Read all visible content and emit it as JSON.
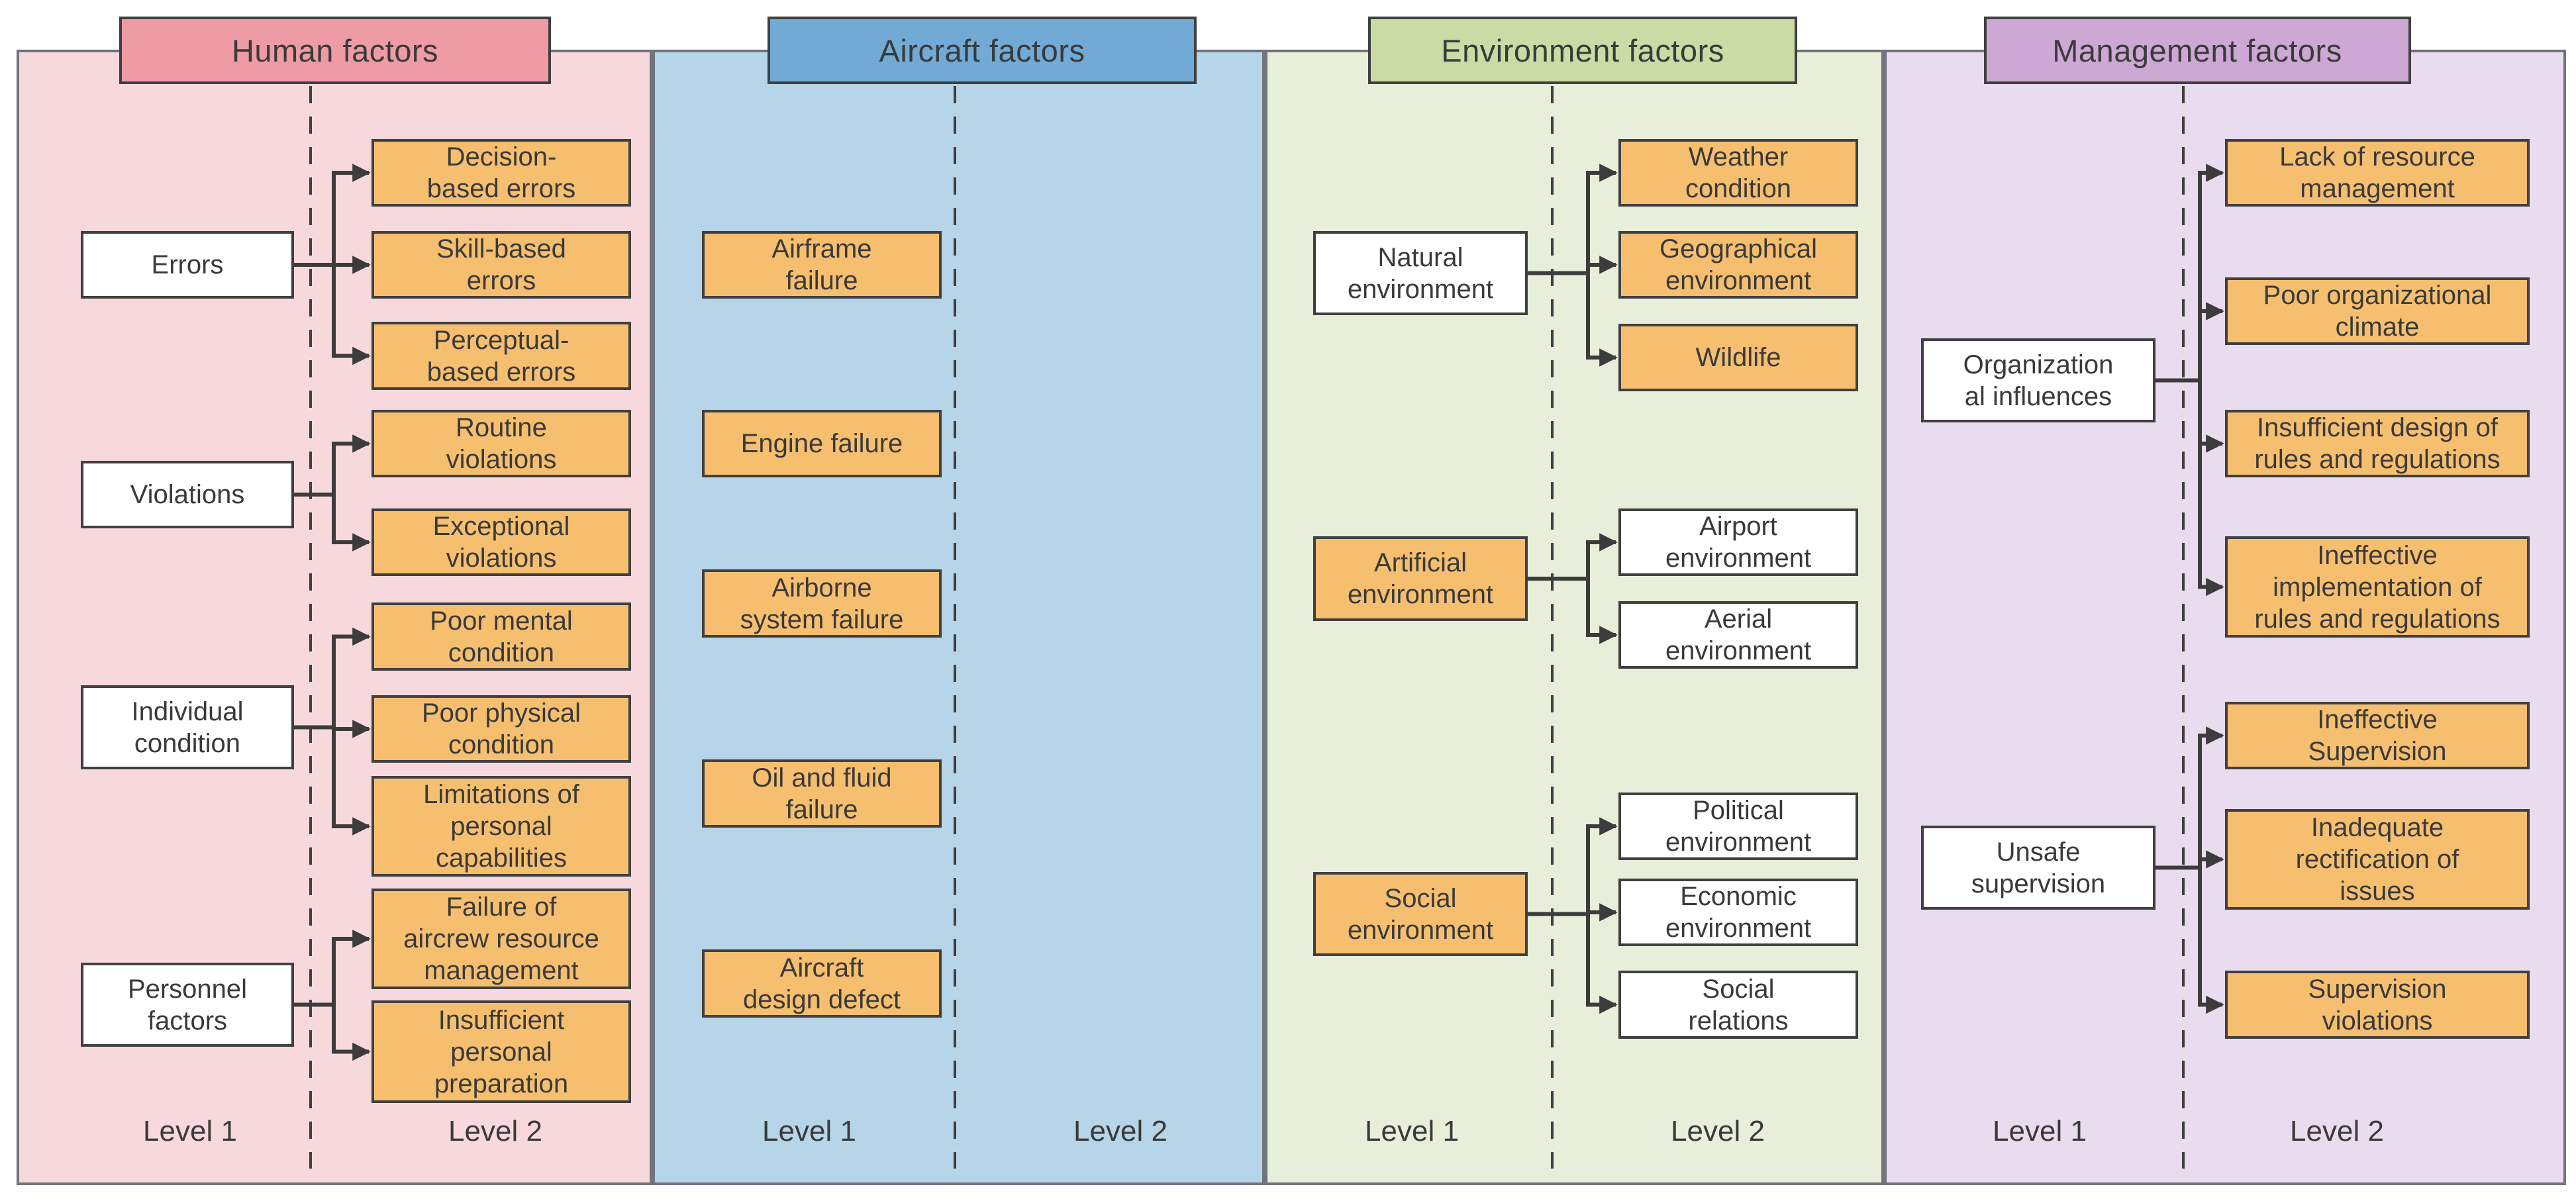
{
  "level_labels": {
    "level1": "Level 1",
    "level2": "Level 2"
  },
  "colors": {
    "orange_box": "#F6BF70",
    "white_box": "#FFFFFF",
    "box_border": "#404040",
    "panel_border": "#70747C",
    "connector": "#3C3C3C",
    "divider": "#3F3F3F",
    "text": "#3A3A3A"
  },
  "panels": [
    {
      "id": "human",
      "title": "Human factors",
      "header_fill": "#EF9BA5",
      "panel_fill": "#F7D9DD",
      "groups": [
        {
          "parent": {
            "id": "errors",
            "label": "Errors",
            "fill": "white"
          },
          "children": [
            {
              "id": "decision-based-errors",
              "label": "Decision-\nbased errors",
              "fill": "orange"
            },
            {
              "id": "skill-based-errors",
              "label": "Skill-based\nerrors",
              "fill": "orange"
            },
            {
              "id": "perceptual-based-errors",
              "label": "Perceptual-\nbased errors",
              "fill": "orange"
            }
          ]
        },
        {
          "parent": {
            "id": "violations",
            "label": "Violations",
            "fill": "white"
          },
          "children": [
            {
              "id": "routine-violations",
              "label": "Routine\nviolations",
              "fill": "orange"
            },
            {
              "id": "exceptional-violations",
              "label": "Exceptional\nviolations",
              "fill": "orange"
            }
          ]
        },
        {
          "parent": {
            "id": "individual-condition",
            "label": "Individual\ncondition",
            "fill": "white"
          },
          "children": [
            {
              "id": "poor-mental-condition",
              "label": "Poor mental\ncondition",
              "fill": "orange"
            },
            {
              "id": "poor-physical-condition",
              "label": "Poor physical\ncondition",
              "fill": "orange"
            },
            {
              "id": "limitations-personal-capabilities",
              "label": "Limitations of\npersonal\ncapabilities",
              "fill": "orange"
            }
          ]
        },
        {
          "parent": {
            "id": "personnel-factors",
            "label": "Personnel\nfactors",
            "fill": "white"
          },
          "children": [
            {
              "id": "failure-aircrew-resource-management",
              "label": "Failure of\naircrew resource\nmanagement",
              "fill": "orange"
            },
            {
              "id": "insufficient-personal-preparation",
              "label": "Insufficient\npersonal\npreparation",
              "fill": "orange"
            }
          ]
        }
      ],
      "standalone": []
    },
    {
      "id": "aircraft",
      "title": "Aircraft factors",
      "header_fill": "#72AAD6",
      "panel_fill": "#B7D5E8",
      "groups": [],
      "standalone": [
        {
          "id": "airframe-failure",
          "label": "Airframe\nfailure",
          "fill": "orange"
        },
        {
          "id": "engine-failure",
          "label": "Engine failure",
          "fill": "orange"
        },
        {
          "id": "airborne-system-failure",
          "label": "Airborne\nsystem failure",
          "fill": "orange"
        },
        {
          "id": "oil-and-fluid-failure",
          "label": "Oil and fluid\nfailure",
          "fill": "orange"
        },
        {
          "id": "aircraft-design-defect",
          "label": "Aircraft\ndesign defect",
          "fill": "orange"
        }
      ]
    },
    {
      "id": "environment",
      "title": "Environment factors",
      "header_fill": "#CBDBA6",
      "panel_fill": "#E7EFDA",
      "groups": [
        {
          "parent": {
            "id": "natural-environment",
            "label": "Natural\nenvironment",
            "fill": "white"
          },
          "children": [
            {
              "id": "weather-condition",
              "label": "Weather\ncondition",
              "fill": "orange"
            },
            {
              "id": "geographical-environment",
              "label": "Geographical\nenvironment",
              "fill": "orange"
            },
            {
              "id": "wildlife",
              "label": "Wildlife",
              "fill": "orange"
            }
          ]
        },
        {
          "parent": {
            "id": "artificial-environment",
            "label": "Artificial\nenvironment",
            "fill": "orange"
          },
          "children": [
            {
              "id": "airport-environment",
              "label": "Airport\nenvironment",
              "fill": "white"
            },
            {
              "id": "aerial-environment",
              "label": "Aerial\nenvironment",
              "fill": "white"
            }
          ]
        },
        {
          "parent": {
            "id": "social-environment",
            "label": "Social\nenvironment",
            "fill": "orange"
          },
          "children": [
            {
              "id": "political-environment",
              "label": "Political\nenvironment",
              "fill": "white"
            },
            {
              "id": "economic-environment",
              "label": "Economic\nenvironment",
              "fill": "white"
            },
            {
              "id": "social-relations",
              "label": "Social\nrelations",
              "fill": "white"
            }
          ]
        }
      ],
      "standalone": []
    },
    {
      "id": "management",
      "title": "Management factors",
      "header_fill": "#CDA8D4",
      "panel_fill": "#E9DCEE",
      "groups": [
        {
          "parent": {
            "id": "organizational-influences",
            "label": "Organization\nal influences",
            "fill": "white"
          },
          "children": [
            {
              "id": "lack-of-resource-management",
              "label": "Lack of resource\nmanagement",
              "fill": "orange"
            },
            {
              "id": "poor-organizational-climate",
              "label": "Poor organizational\nclimate",
              "fill": "orange"
            },
            {
              "id": "insufficient-design-rules",
              "label": "Insufficient design of\nrules and regulations",
              "fill": "orange"
            },
            {
              "id": "ineffective-implementation-rules",
              "label": "Ineffective\nimplementation of\nrules and regulations",
              "fill": "orange"
            }
          ]
        },
        {
          "parent": {
            "id": "unsafe-supervision",
            "label": "Unsafe\nsupervision",
            "fill": "white"
          },
          "children": [
            {
              "id": "ineffective-supervision",
              "label": "Ineffective\nSupervision",
              "fill": "orange"
            },
            {
              "id": "inadequate-rectification-issues",
              "label": "Inadequate\nrectification of\nissues",
              "fill": "orange"
            },
            {
              "id": "supervision-violations",
              "label": "Supervision\nviolations",
              "fill": "orange"
            }
          ]
        }
      ],
      "standalone": []
    }
  ]
}
